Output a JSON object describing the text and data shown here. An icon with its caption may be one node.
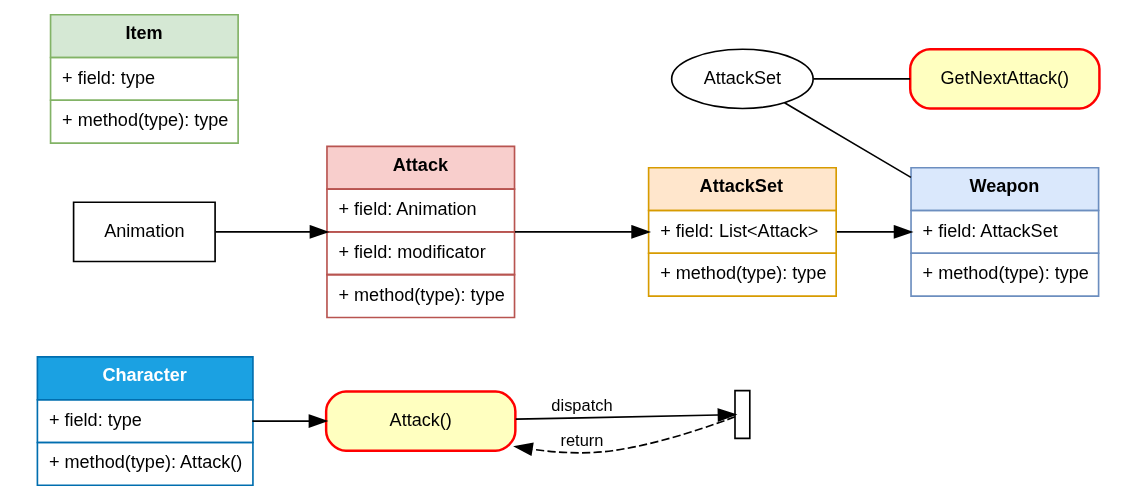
{
  "diagram": {
    "nodes": [
      {
        "text": [
          "Character",
          "+ field: type",
          "+ method(type): Attack()"
        ]
      },
      {
        "text": [
          "Attack()"
        ]
      },
      {
        "text": [],
        "shape": "bar"
      },
      {
        "text": [
          "GetNextAttack()"
        ]
      },
      {
        "text": [
          "AttackSet"
        ]
      },
      {
        "text": [
          "Item",
          "+ field: type",
          "+ method(type): type"
        ]
      },
      {
        "text": [
          "Weapon",
          "+ field: AttackSet",
          "+ method(type): type"
        ]
      },
      {
        "text": [
          "AttackSet",
          "+ field: List<Attack>",
          "+ method(type): type"
        ]
      },
      {
        "text": [
          "Attack",
          "+ field: Animation",
          "+ field: modificator",
          "+ method(type): type"
        ]
      },
      {
        "text": [
          "Animation"
        ]
      }
    ],
    "edges": [
      {
        "from": 0,
        "to": 1,
        "arrow": "to"
      },
      {
        "from": 1,
        "to": 2,
        "arrow": "to",
        "label": "dispatch"
      },
      {
        "from": 2,
        "to": 1,
        "arrow": "to",
        "label": "return",
        "style": "dashed"
      },
      {
        "from": 4,
        "to": 3,
        "arrow": "none"
      },
      {
        "from": 4,
        "to": 6,
        "arrow": "none"
      },
      {
        "from": 7,
        "to": 6,
        "arrow": "to"
      },
      {
        "from": 8,
        "to": 7,
        "arrow": "to"
      },
      {
        "from": 9,
        "to": 8,
        "arrow": "to"
      }
    ]
  }
}
